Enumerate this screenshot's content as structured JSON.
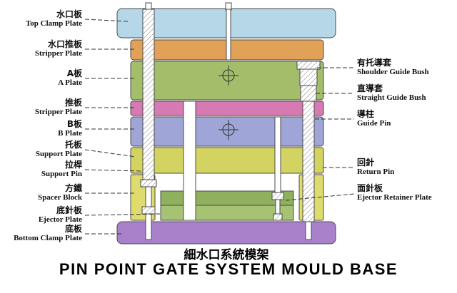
{
  "title": {
    "zh": "細水口系統模架",
    "en": "PIN POINT GATE SYSTEM MOULD BASE"
  },
  "left_labels": [
    {
      "zh": "水口板",
      "en": "Top Clamp Plate"
    },
    {
      "zh": "水口推板",
      "en": "Stripper Plate"
    },
    {
      "zh": "A板",
      "en": "A Plate"
    },
    {
      "zh": "推板",
      "en": "Stripper Plate"
    },
    {
      "zh": "B板",
      "en": "B Plate"
    },
    {
      "zh": "托板",
      "en": "Support Plate"
    },
    {
      "zh": "拉桿",
      "en": "Support Pin"
    },
    {
      "zh": "方鐵",
      "en": "Spacer Block"
    },
    {
      "zh": "底針板",
      "en": "Ejector Plate"
    },
    {
      "zh": "底板",
      "en": "Bottom Clamp Plate"
    }
  ],
  "right_labels": [
    {
      "zh": "有托導套",
      "en": "Shoulder Guide Bush"
    },
    {
      "zh": "直導套",
      "en": "Straight Guide Bush"
    },
    {
      "zh": "導柱",
      "en": "Guide Pin"
    },
    {
      "zh": "回針",
      "en": "Return Pin"
    },
    {
      "zh": "面針板",
      "en": "Ejector Retainer Plate"
    }
  ],
  "colors": {
    "top_clamp_plate": "#b5d7e8",
    "runner_stripper_plate": "#e1a157",
    "a_plate": "#a3bd6b",
    "stripper_plate": "#d77ab4",
    "b_plate": "#9fa5d7",
    "support_plate": "#d2d360",
    "spacer_block": "#dedc6d",
    "ejector_retainer_plate": "#8fb05d",
    "ejector_plate": "#a6c273",
    "bottom_clamp_plate": "#a981cb",
    "outline": "#4b4b4b",
    "leader_line": "#333333"
  }
}
